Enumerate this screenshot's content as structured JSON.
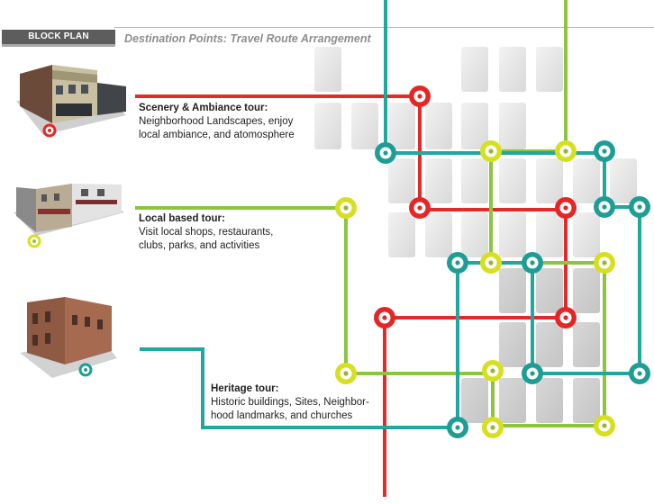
{
  "header": {
    "tag_label": "BLOCK PLAN",
    "subtitle": "Destination Points: Travel Route Arrangement"
  },
  "tours": [
    {
      "title": "Scenery & Ambiance tour:",
      "lines": [
        "Neighborhood Landscapes, enjoy",
        "local ambiance, and atomosphere"
      ],
      "color": "#e32a2a"
    },
    {
      "title": "Local based tour:",
      "lines": [
        "Visit local shops, restaurants,",
        "clubs,  parks, and activities"
      ],
      "color": "#8cc63f"
    },
    {
      "title": "Heritage tour:",
      "lines": [
        "Historic buildings, Sites, Neighbor-",
        "hood landmarks, and churches"
      ],
      "color": "#1fa89b"
    }
  ],
  "colors": {
    "red_route": "#e32a2a",
    "green_route": "#8cc63f",
    "teal_route": "#1fa89b",
    "node_yellow": "#d6e021",
    "node_teal": "#1e9d96",
    "node_red": "#e52626",
    "block_fill": "#e7e7e7"
  },
  "icons": [
    "building-victorian",
    "building-storefronts",
    "building-brick-heritage"
  ]
}
